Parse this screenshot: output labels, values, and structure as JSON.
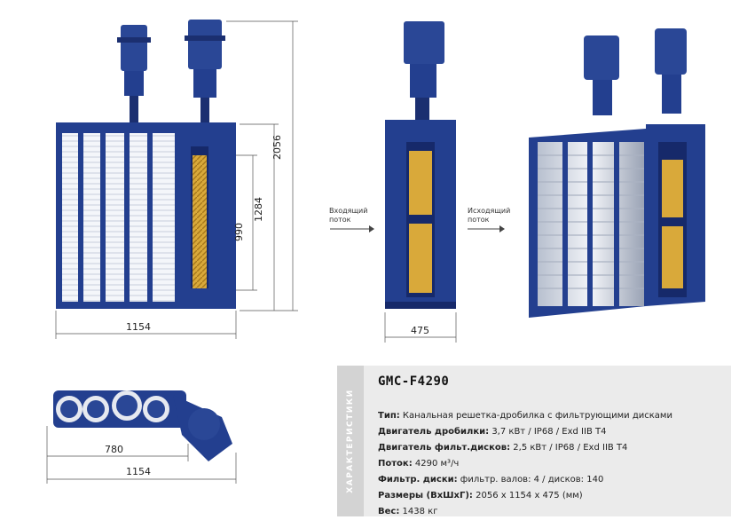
{
  "dimensions": {
    "width_main": "1154",
    "height_total": "2056",
    "height_1284": "1284",
    "height_990": "990",
    "width_side": "475",
    "plan_780": "780",
    "plan_1154": "1154"
  },
  "flow_labels": {
    "inlet": [
      "Входящий",
      "поток"
    ],
    "outlet": [
      "Исходящий",
      "поток"
    ]
  },
  "panel": {
    "side_title": "ХАРАКТЕРИСТИКИ",
    "model": "GMC-F4290",
    "specs": [
      {
        "label": "Тип:",
        "value": " Канальная решетка-дробилка  с фильтрующими дисками"
      },
      {
        "label": "Двигатель дробилки:",
        "value": " 3,7 кВт / IP68 / Exd IIB T4"
      },
      {
        "label": "Двигатель фильт.дисков:",
        "value": " 2,5 кВт / IP68 / Exd IIB T4"
      },
      {
        "label": "Поток:",
        "value": " 4290 м³/ч"
      },
      {
        "label": "Фильтр. диски:",
        "value": " фильтр. валов: 4 / дисков: 140"
      },
      {
        "label": "Размеры (ВхШхГ):",
        "value": " 2056 х 1154 х 475 (мм)"
      },
      {
        "label": "Вес:",
        "value": " 1438 кг"
      }
    ]
  },
  "colors": {
    "machine_blue": "#233f8f",
    "machine_dark": "#16296a",
    "brush_gold": "#d9a93a",
    "panel_bg": "#ebebeb",
    "panel_side": "#d3d3d3"
  }
}
